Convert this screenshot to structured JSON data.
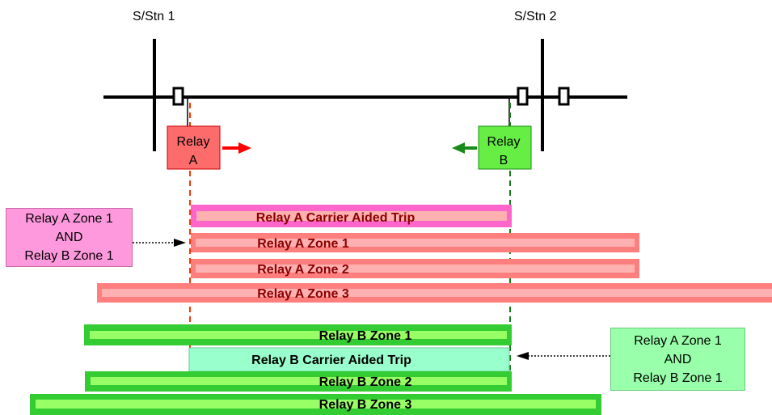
{
  "stations": {
    "station_1": "S/Stn 1",
    "station_2": "S/Stn 2"
  },
  "relays": {
    "relay_a": {
      "line1": "Relay",
      "line2": "A",
      "color": "#fd6b6b",
      "arrow_color": "#ff0000"
    },
    "relay_b": {
      "line1": "Relay",
      "line2": "B",
      "color": "#66ee44",
      "arrow_color": "#1a8a1a"
    }
  },
  "zones": {
    "relay_a_carrier": "Relay A Carrier Aided Trip",
    "relay_a_zone1": "Relay A Zone 1",
    "relay_a_zone2": "Relay A Zone 2",
    "relay_a_zone3": "Relay A Zone 3",
    "relay_b_zone1": "Relay B Zone 1",
    "relay_b_carrier": "Relay B Carrier Aided Trip",
    "relay_b_zone2": "Relay B Zone 2",
    "relay_b_zone3": "Relay B Zone 3"
  },
  "notes": {
    "left": {
      "line1": "Relay A Zone 1",
      "line2": "AND",
      "line3": "Relay B Zone 1"
    },
    "right": {
      "line1": "Relay A Zone 1",
      "line2": "AND",
      "line3": "Relay B Zone 1"
    }
  },
  "colors": {
    "relay_a_zone": "#ff7f7f",
    "relay_a_zone_inner": "#ffb0b0",
    "relay_a_carrier": "#ff66cc",
    "relay_a_text": "#8b0000",
    "relay_b_zone": "#33cc33",
    "relay_b_zone_inner": "#99ff66",
    "relay_b_carrier": "#99ffcc",
    "relay_b_text": "#000000",
    "note_left_bg": "#ff99dd",
    "note_right_bg": "#99ffaa"
  }
}
